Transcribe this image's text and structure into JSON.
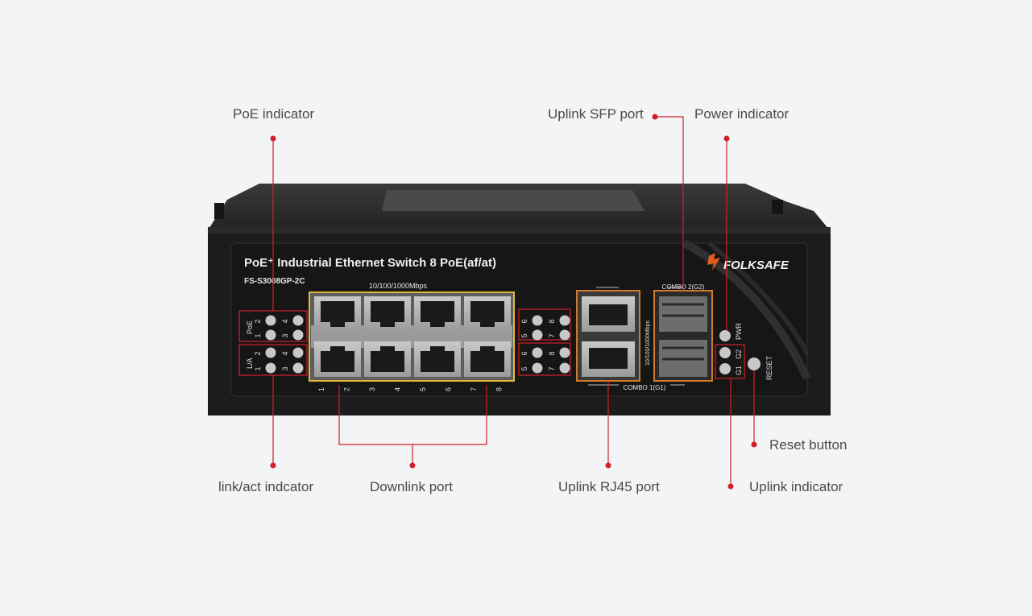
{
  "device": {
    "title": "PoE⁺ Industrial Ethernet Switch 8 PoE(af/at)",
    "model": "FS-S3008GP-2C",
    "speed": "10/100/1000Mbps",
    "uplink_speed": "10/100/1000Mbps",
    "brand": "FOLKSAFE",
    "combo_top": "COMBO 2(G2)",
    "combo_bottom": "COMBO 1(G1)",
    "pwr": "PWR",
    "g2": "G2",
    "g1": "G1",
    "reset": "RESET",
    "led_group_poe": "PoE",
    "led_group_la": "L/A",
    "port_numbers": [
      "1",
      "2",
      "3",
      "4",
      "5",
      "6",
      "7",
      "8"
    ],
    "left_led_numbers": {
      "top": [
        "2",
        "4"
      ],
      "bottom": [
        "1",
        "3"
      ]
    },
    "right_led_numbers": {
      "top": [
        "6",
        "8"
      ],
      "bottom": [
        "5",
        "7"
      ]
    }
  },
  "callouts": {
    "poe_indicator": "PoE indicator",
    "uplink_sfp": "Uplink SFP port",
    "power_indicator": "Power indicator",
    "reset_button": "Reset button",
    "link_act": "link/act indcator",
    "downlink": "Downlink port",
    "uplink_rj45": "Uplink RJ45 port",
    "uplink_indicator": "Uplink indicator"
  },
  "colors": {
    "background": "#f3f4f6",
    "callout": "#d0202a",
    "chassis": "#1e1e1e",
    "port_frame": "#e2b73a",
    "uplink_frame": "#d07a2a",
    "brand": "#e45a1e"
  }
}
